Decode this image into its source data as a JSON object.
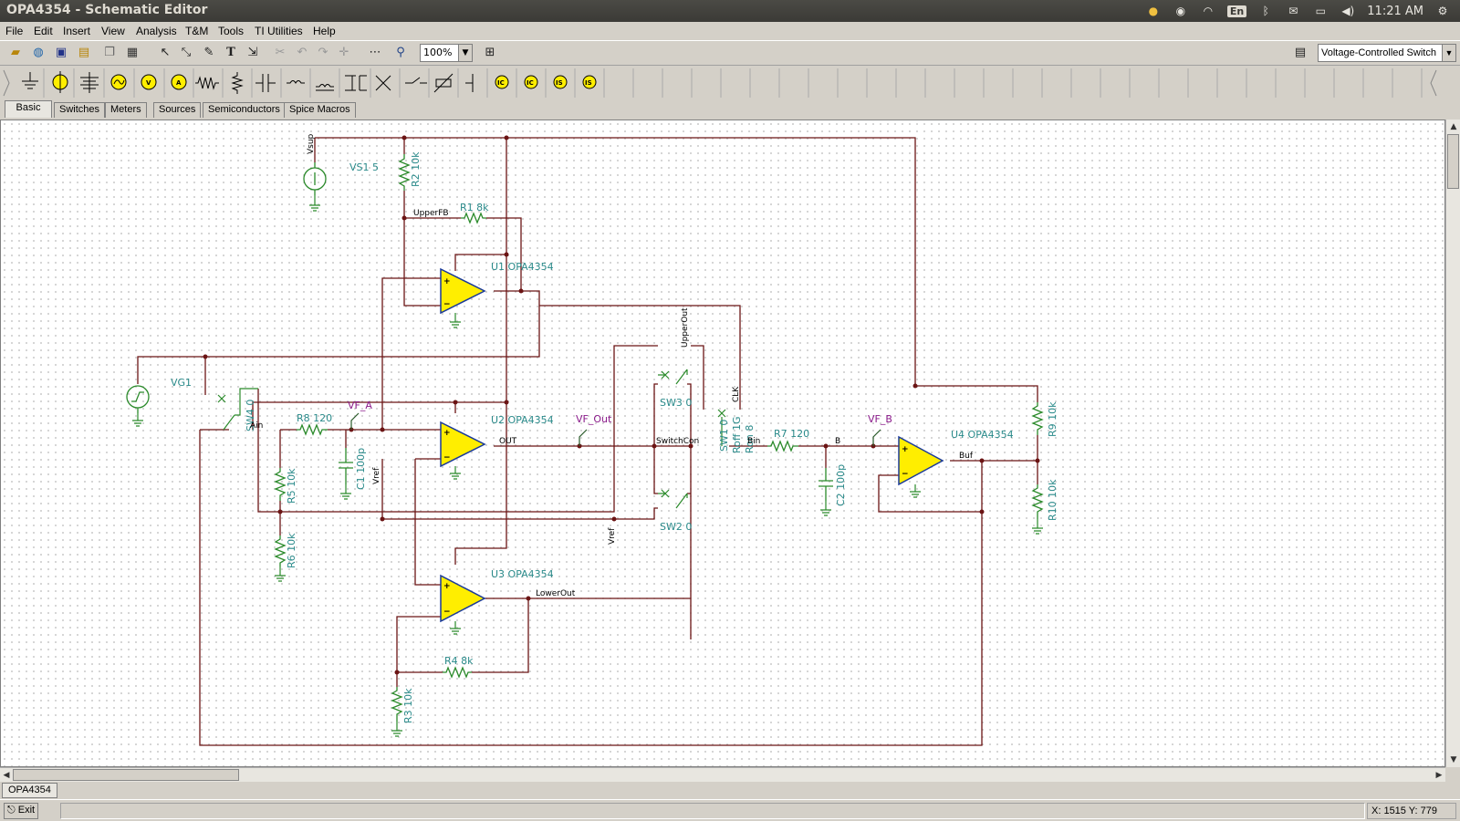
{
  "window": {
    "title": "OPA4354 - Schematic Editor"
  },
  "tray": {
    "lang": "En",
    "time": "11:21 AM"
  },
  "menu": [
    "File",
    "Edit",
    "Insert",
    "View",
    "Analysis",
    "T&M",
    "Tools",
    "TI Utilities",
    "Help"
  ],
  "toolbar": {
    "zoom": "100%",
    "component_selected": "Voltage-Controlled Switch"
  },
  "palette_tabs": [
    "Basic",
    "Switches",
    "Meters",
    "Sources",
    "Semiconductors",
    "Spice Macros"
  ],
  "schematic": {
    "components": {
      "vs1": "VS1 5",
      "vg1": "VG1",
      "r1": "R1 8k",
      "r2": "R2 10k",
      "r3": "R3 10k",
      "r4": "R4 8k",
      "r5": "R5 10k",
      "r6": "R6 10k",
      "r7": "R7 120",
      "r8": "R8 120",
      "r9": "R9 10k",
      "r10": "R10 10k",
      "c1": "C1 100p",
      "c2": "C2 100p",
      "u1": "U1 OPA4354",
      "u2": "U2 OPA4354",
      "u3": "U3 OPA4354",
      "u4": "U4 OPA4354",
      "sw1": "SW1 0",
      "sw2": "SW2 0",
      "sw3": "SW3 0",
      "sw4": "SW4 0",
      "roff": "Roff 1G",
      "ron": "Ron 8"
    },
    "nets": {
      "vsup": "Vsup",
      "upperfb": "UpperFB",
      "out": "OUT",
      "switchcon": "SwitchCon",
      "upperout": "UpperOut",
      "lowerout": "LowerOut",
      "clk": "CLK",
      "bin": "Bin",
      "b": "B",
      "buf": "Buf",
      "vref1": "Vref",
      "vref2": "Vref",
      "ain": "Ain"
    },
    "probes": {
      "vf_a": "VF_A",
      "vf_out": "VF_Out",
      "vf_b": "VF_B"
    }
  },
  "doc_tab": "OPA4354",
  "status": {
    "exit": "Exit",
    "coords": "X: 1515  Y: 779"
  }
}
